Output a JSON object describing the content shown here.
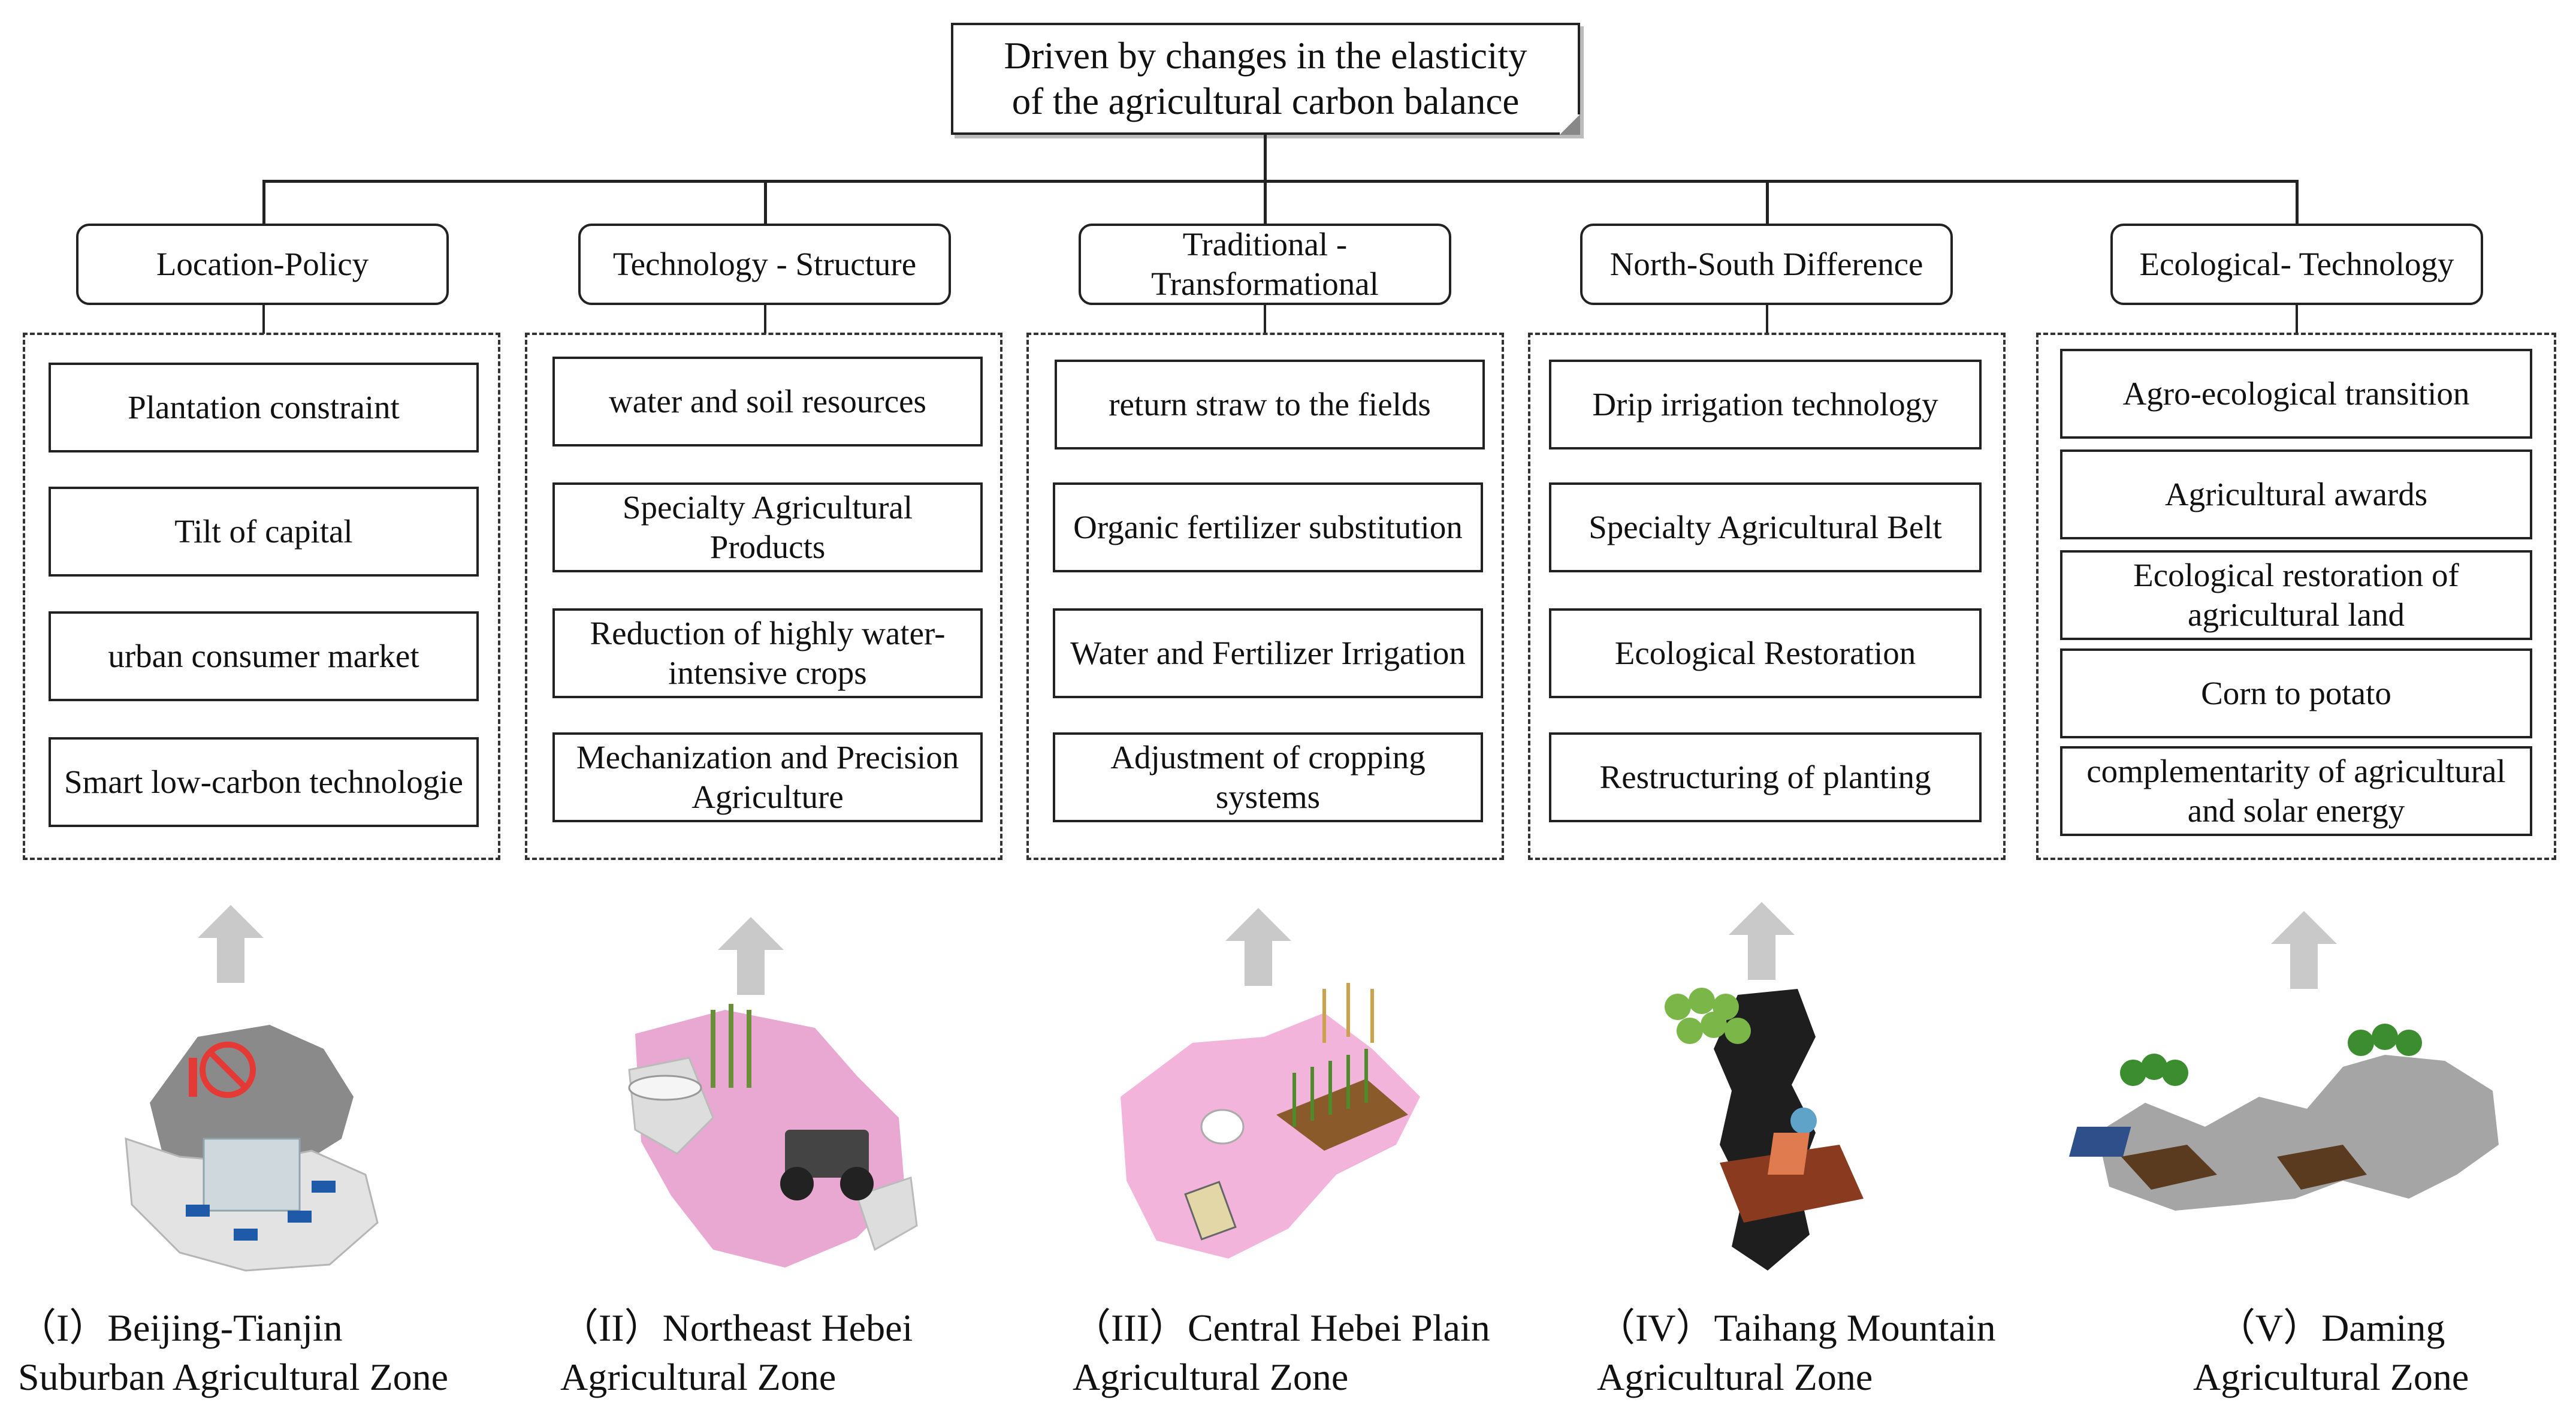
{
  "root": {
    "line1": "Driven by changes in the elasticity",
    "line2": "of the agricultural carbon balance"
  },
  "categories": [
    {
      "title": "Location-Policy",
      "items": [
        "Plantation constraint",
        "Tilt of capital",
        "urban consumer market",
        "Smart low-carbon technologie"
      ],
      "zone": {
        "numeral": "（I）",
        "line1": "Beijing-Tianjin",
        "line2": "Suburban Agricultural Zone"
      }
    },
    {
      "title": "Technology - Structure",
      "items": [
        "water and soil resources",
        "Specialty Agricultural Products",
        "Reduction of highly water-intensive crops",
        "Mechanization and Precision Agriculture"
      ],
      "zone": {
        "numeral": "（II）",
        "line1": "Northeast Hebei",
        "line2": "Agricultural Zone"
      }
    },
    {
      "title": "Traditional - Transformational",
      "items": [
        "return straw to the fields",
        "Organic fertilizer substitution",
        "Water and Fertilizer Irrigation",
        "Adjustment of cropping systems"
      ],
      "zone": {
        "numeral": "（III）",
        "line1": "Central Hebei Plain",
        "line2": "Agricultural Zone"
      }
    },
    {
      "title": "North-South Difference",
      "items": [
        "Drip irrigation technology",
        "Specialty Agricultural Belt",
        "Ecological Restoration",
        "Restructuring of planting"
      ],
      "zone": {
        "numeral": "（IV）",
        "line1": "Taihang Mountain",
        "line2": "Agricultural Zone"
      }
    },
    {
      "title": "Ecological- Technology",
      "items": [
        "Agro-ecological transition",
        "Agricultural awards",
        "Ecological restoration of agricultural land",
        "Corn to potato",
        "complementarity of agricultural and solar energy"
      ],
      "zone": {
        "numeral": "（V）",
        "line1": "Daming",
        "line2": "Agricultural Zone"
      }
    }
  ],
  "colors": {
    "line": "#222222",
    "arrow": "#c9c9c9",
    "map_gray": "#8a8a8a",
    "map_pink": "#e9a8d2",
    "map_light": "#e6e6e6"
  }
}
